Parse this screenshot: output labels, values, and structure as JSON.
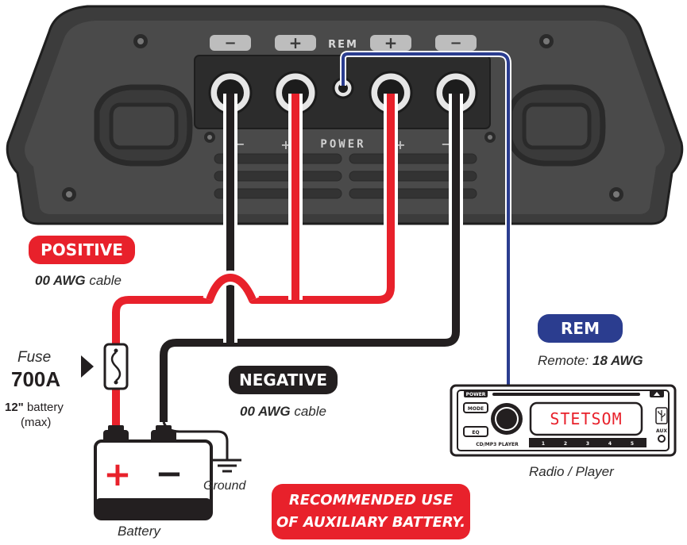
{
  "amplifier": {
    "terminal_labels": [
      "−",
      "+",
      "+",
      "−"
    ],
    "rem_label": "REM",
    "power_label": "POWER",
    "power_marks": [
      "−",
      "+",
      "+",
      "−"
    ]
  },
  "positive": {
    "badge": "POSITIVE",
    "gauge": "00 AWG",
    "cable": "cable"
  },
  "negative": {
    "badge": "NEGATIVE",
    "gauge": "00 AWG",
    "cable": "cable"
  },
  "rem": {
    "badge": "REM",
    "caption_prefix": "Remote:",
    "caption_value": "18 AWG"
  },
  "fuse": {
    "label": "Fuse",
    "rating": "700A",
    "distance_value": "12\"",
    "distance_text": "battery",
    "distance_note": "(max)"
  },
  "battery": {
    "label": "Battery",
    "plus": "+",
    "minus": "−"
  },
  "ground": {
    "label": "Ground"
  },
  "radio": {
    "display": "STETSOM",
    "power_btn": "POWER",
    "mode_btn": "MODE",
    "eq_btn": "EQ",
    "model": "CD/MP3 PLAYER",
    "presets": [
      "1",
      "2",
      "3",
      "4",
      "5"
    ],
    "aux": "AUX",
    "label": "Radio / Player"
  },
  "recommendation": {
    "line1": "RECOMMENDED USE",
    "line2": "OF AUXILIARY BATTERY."
  },
  "colors": {
    "positive": "#e8212b",
    "negative": "#231f20",
    "remote": "#2b3d8f",
    "amp_body": "#404040",
    "badge_rem": "#2b3d8f"
  }
}
